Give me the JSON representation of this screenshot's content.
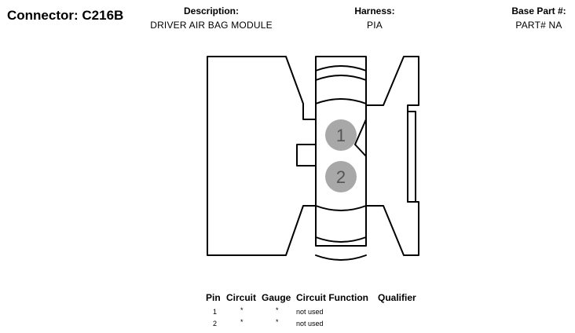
{
  "header": {
    "connector": "Connector: C216B",
    "description_label": "Description:",
    "description_value": "DRIVER AIR BAG MODULE",
    "harness_label": "Harness:",
    "harness_value": "PIA",
    "base_part_label": "Base Part #:",
    "base_part_value": "PART# NA"
  },
  "connector_pins": [
    "1",
    "2"
  ],
  "colors": {
    "pin_fill": "#a8a8a8",
    "pin_label": "#555555",
    "outline": "#000000"
  },
  "pin_table": {
    "columns": [
      "Pin",
      "Circuit",
      "Gauge",
      "Circuit Function",
      "Qualifier"
    ],
    "rows": [
      {
        "pin": "1",
        "circuit": "*",
        "gauge": "*",
        "function": "not used"
      },
      {
        "pin": "2",
        "circuit": "*",
        "gauge": "*",
        "function": "not used"
      }
    ]
  }
}
